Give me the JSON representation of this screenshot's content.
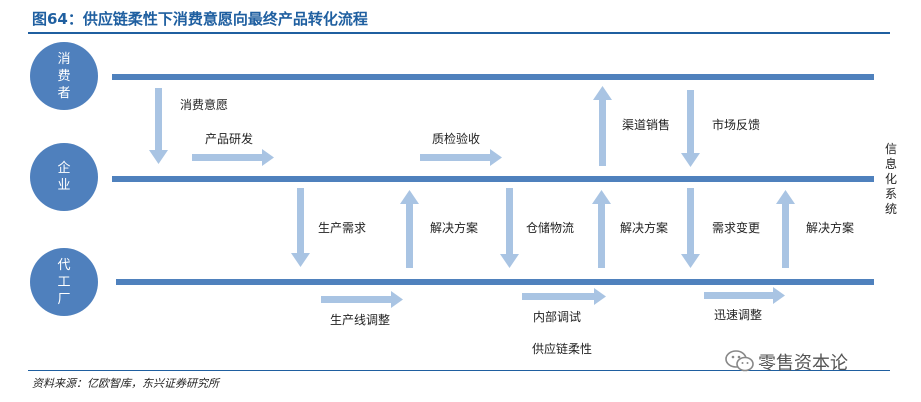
{
  "title": "图64：供应链柔性下消费意愿向最终产品转化流程",
  "nodes": {
    "consumer": "消费者",
    "enterprise": "企业",
    "oem": "代工厂"
  },
  "steps": {
    "consumer_intent": "消费意愿",
    "product_rd": "产品研发",
    "quality_check": "质检验收",
    "channel_sales": "渠道销售",
    "market_feedback": "市场反馈",
    "production_demand": "生产需求",
    "solution_1": "解决方案",
    "warehouse_logistics": "仓储物流",
    "solution_2": "解决方案",
    "demand_change": "需求变更",
    "solution_3": "解决方案",
    "line_adjust": "生产线调整",
    "internal_debug": "内部调试",
    "quick_adjust": "迅速调整"
  },
  "supply_chain_flexibility": "供应链柔性",
  "informatization_system": "信息化系统",
  "source": "资料来源：亿欧智库，东兴证券研究所",
  "watermark": "零售资本论",
  "colors": {
    "node": "#4f80bd",
    "lane": "#4f81bd",
    "arrow": "#a9c4e3",
    "title": "#1f5fa0"
  }
}
